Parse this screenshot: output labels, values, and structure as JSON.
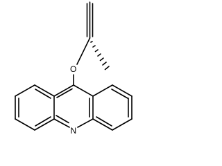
{
  "molecule": {
    "atom_labels": {
      "oxygen": "O",
      "nitrogen": "N"
    },
    "stereo_bond": "hashed-wedge",
    "colors": {
      "bond": "#000000",
      "label": "#000000",
      "background": "#ffffff"
    }
  }
}
